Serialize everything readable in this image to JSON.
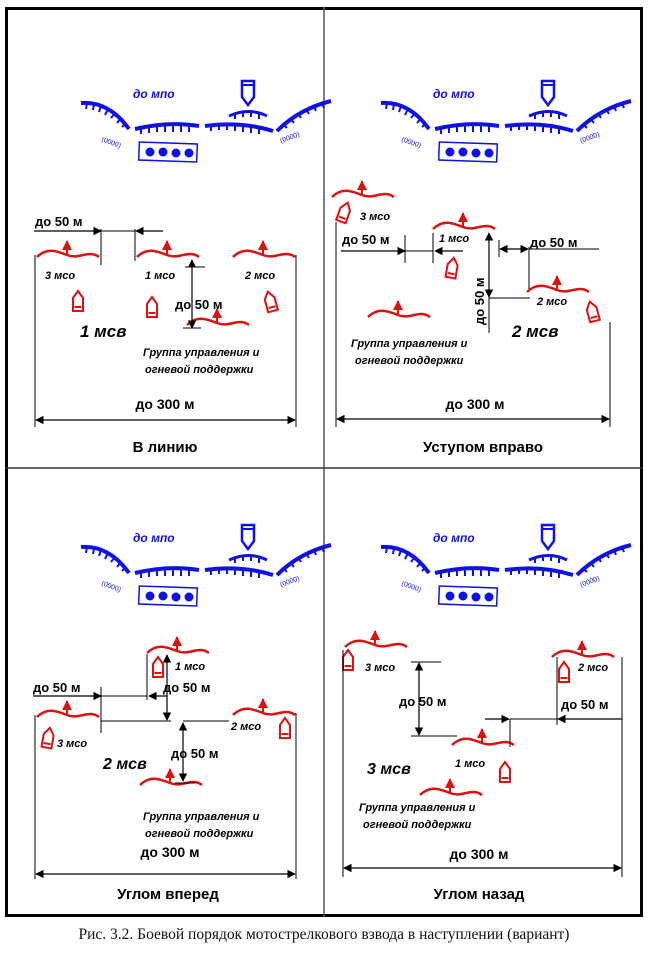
{
  "colors": {
    "enemy": "#1010e8",
    "own": "#e01010",
    "ink": "#000000"
  },
  "enemy_label": "до мпо",
  "caption": "Рис. 3.2. Боевой порядок мотострелкового взвода  в наступлении (вариант)",
  "panels": [
    {
      "id": "line",
      "title": "В линию",
      "squads": [
        "3 мсо",
        "1 мсо",
        "2 мсо"
      ],
      "platoon": "1 мсв",
      "support_group": [
        "Группа управления и",
        "огневой поддержки"
      ],
      "gap_label": "до 50 м",
      "depth_label": "до 50 м",
      "width_label": "до 300 м"
    },
    {
      "id": "echelon-right",
      "title": "Уступом вправо",
      "squads": [
        "3 мсо",
        "1 мсо",
        "2 мсо"
      ],
      "platoon": "2 мсв",
      "support_group": [
        "Группа управления и",
        "огневой поддержки"
      ],
      "gap_label": "до 50 м",
      "gap_label_2": "до 50 м",
      "depth_label": "до 50 м",
      "width_label": "до 300 м"
    },
    {
      "id": "wedge-forward",
      "title": "Углом вперед",
      "squads": [
        "3 мсо",
        "1 мсо",
        "2 мсо"
      ],
      "platoon": "2 мсв",
      "support_group": [
        "Группа управления и",
        "огневой поддержки"
      ],
      "gap_label": "до 50 м",
      "depth_label": "до 50 м",
      "depth_label_2": "до 50 м",
      "width_label": "до 300 м"
    },
    {
      "id": "wedge-back",
      "title": "Углом назад",
      "squads": [
        "3 мсо",
        "1 мсо",
        "2 мсо"
      ],
      "platoon": "3 мсв",
      "support_group": [
        "Группа управления и",
        "огневой поддержки"
      ],
      "gap_label": "до 50 м",
      "depth_label": "до 50 м",
      "width_label": "до 300 м"
    }
  ]
}
